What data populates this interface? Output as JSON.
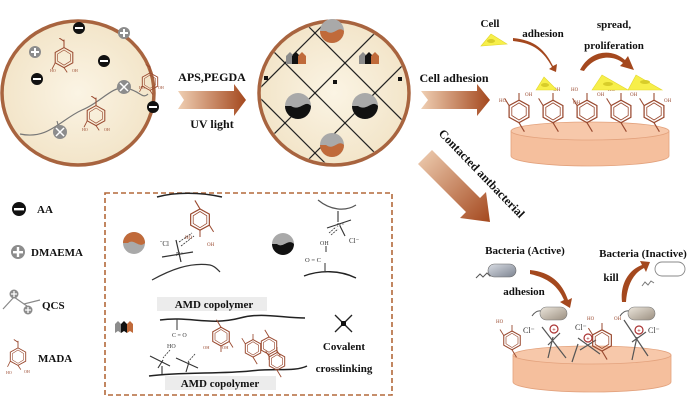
{
  "step1": {
    "reagent_label": "APS,PEGDA",
    "condition_label": "UV light"
  },
  "step2": {
    "path_cell": "Cell adhesion",
    "path_bacteria": "Contacted antbacterial"
  },
  "cell_panel": {
    "cell_label": "Cell",
    "adhesion_label": "adhesion",
    "spread_label": "spread,",
    "proliferation_label": "proliferation",
    "catechol_ho": "HO",
    "catechol_oh": "OH"
  },
  "bacteria_panel": {
    "active_label": "Bacteria (Active)",
    "inactive_label": "Bacteria (Inactive)",
    "adhesion_label": "adhesion",
    "kill_label": "kill",
    "chloride": "Cl⁻",
    "ho": "HO",
    "oh": "OH"
  },
  "legend": [
    {
      "symbol": "minus-circle",
      "label": "AA",
      "color": "#111111"
    },
    {
      "symbol": "plus-circle",
      "label": "DMAEMA",
      "color": "#8c8c8c"
    },
    {
      "symbol": "qcs-chain",
      "label": "QCS",
      "color": "#8c8c8c"
    },
    {
      "symbol": "catechol",
      "label": "MADA",
      "color": "#9a4a30"
    }
  ],
  "interactions_box": {
    "copolymer_label_1": "AMD copolymer",
    "copolymer_label_2": "AMD copolymer",
    "crosslink_label_1": "Covalent",
    "crosslink_label_2": "crosslinking",
    "cl_left": "ˉCl",
    "n_plus": "N⁺",
    "ho": "HO",
    "oh": "OH",
    "cl_right": "Cl⁻",
    "c_o_double": "O = C",
    "co_upper": "C = O",
    "ho_lower": "HO"
  },
  "colors": {
    "brown": "#9a4a30",
    "arrow_dark": "#a4481e",
    "arrow_light": "#e9c3a4",
    "circle_fill": "#f5ead2",
    "circle_border": "#a8643f",
    "cell_yellow": "#f7ef4a",
    "substrate": "#f5bf9d",
    "dashed_box": "#b3693a"
  }
}
